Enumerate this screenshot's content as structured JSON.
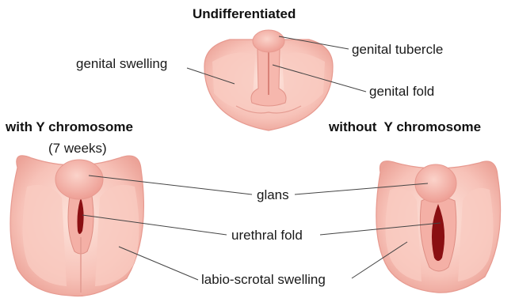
{
  "titles": {
    "undifferentiated": "Undifferentiated",
    "with_y": "with Y chromosome",
    "with_y_sub": "(7 weeks)",
    "without_y": "without  Y chromosome"
  },
  "labels": {
    "genital_swelling": "genital swelling",
    "genital_tubercle": "genital tubercle",
    "genital_fold": "genital fold",
    "glans": "glans",
    "urethral_fold": "urethral fold",
    "labio_scrotal_swelling": "labio-scrotal swelling"
  },
  "colors": {
    "skin_light": "#fbd9d1",
    "skin_mid": "#f4b8ae",
    "skin_edge": "#e79a90",
    "groove": "#d98278",
    "slit": "#8a0f12",
    "leader": "#444444"
  }
}
